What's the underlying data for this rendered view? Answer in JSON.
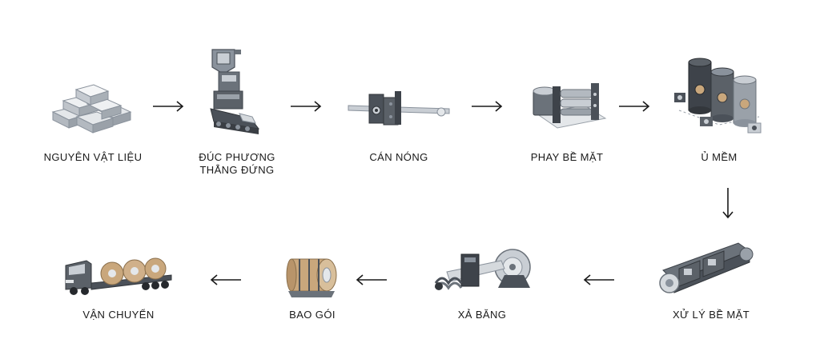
{
  "steps": [
    {
      "id": "raw-material",
      "label": "NGUYÊN VẬT LIỆU",
      "icon": "aluminum-ingots-icon"
    },
    {
      "id": "vertical-casting",
      "label_line1": "ĐÚC PHƯƠNG",
      "label_line2": "THẲNG ĐỨNG",
      "icon": "vertical-casting-machine-icon"
    },
    {
      "id": "hot-rolling",
      "label": "CÁN NÓNG",
      "icon": "hot-rolling-mill-icon"
    },
    {
      "id": "surface-milling",
      "label": "PHAY BỀ MẶT",
      "icon": "milling-machine-icon"
    },
    {
      "id": "annealing",
      "label": "Ủ MỀM",
      "icon": "annealing-furnace-icon"
    },
    {
      "id": "surface-treatment",
      "label": "XỬ LÝ BỀ MẶT",
      "icon": "surface-treatment-line-icon"
    },
    {
      "id": "slitting",
      "label": "XẢ BĂNG",
      "icon": "slitting-machine-icon"
    },
    {
      "id": "packaging",
      "label": "BAO GÓI",
      "icon": "wrapped-coil-icon"
    },
    {
      "id": "transport",
      "label": "VẬN CHUYỂN",
      "icon": "truck-icon"
    }
  ],
  "colors": {
    "steel_dark": "#4b5159",
    "steel_mid": "#8a929c",
    "steel_light": "#c9ced4",
    "copper": "#c9a77c",
    "arrow": "#1a1a1a"
  }
}
